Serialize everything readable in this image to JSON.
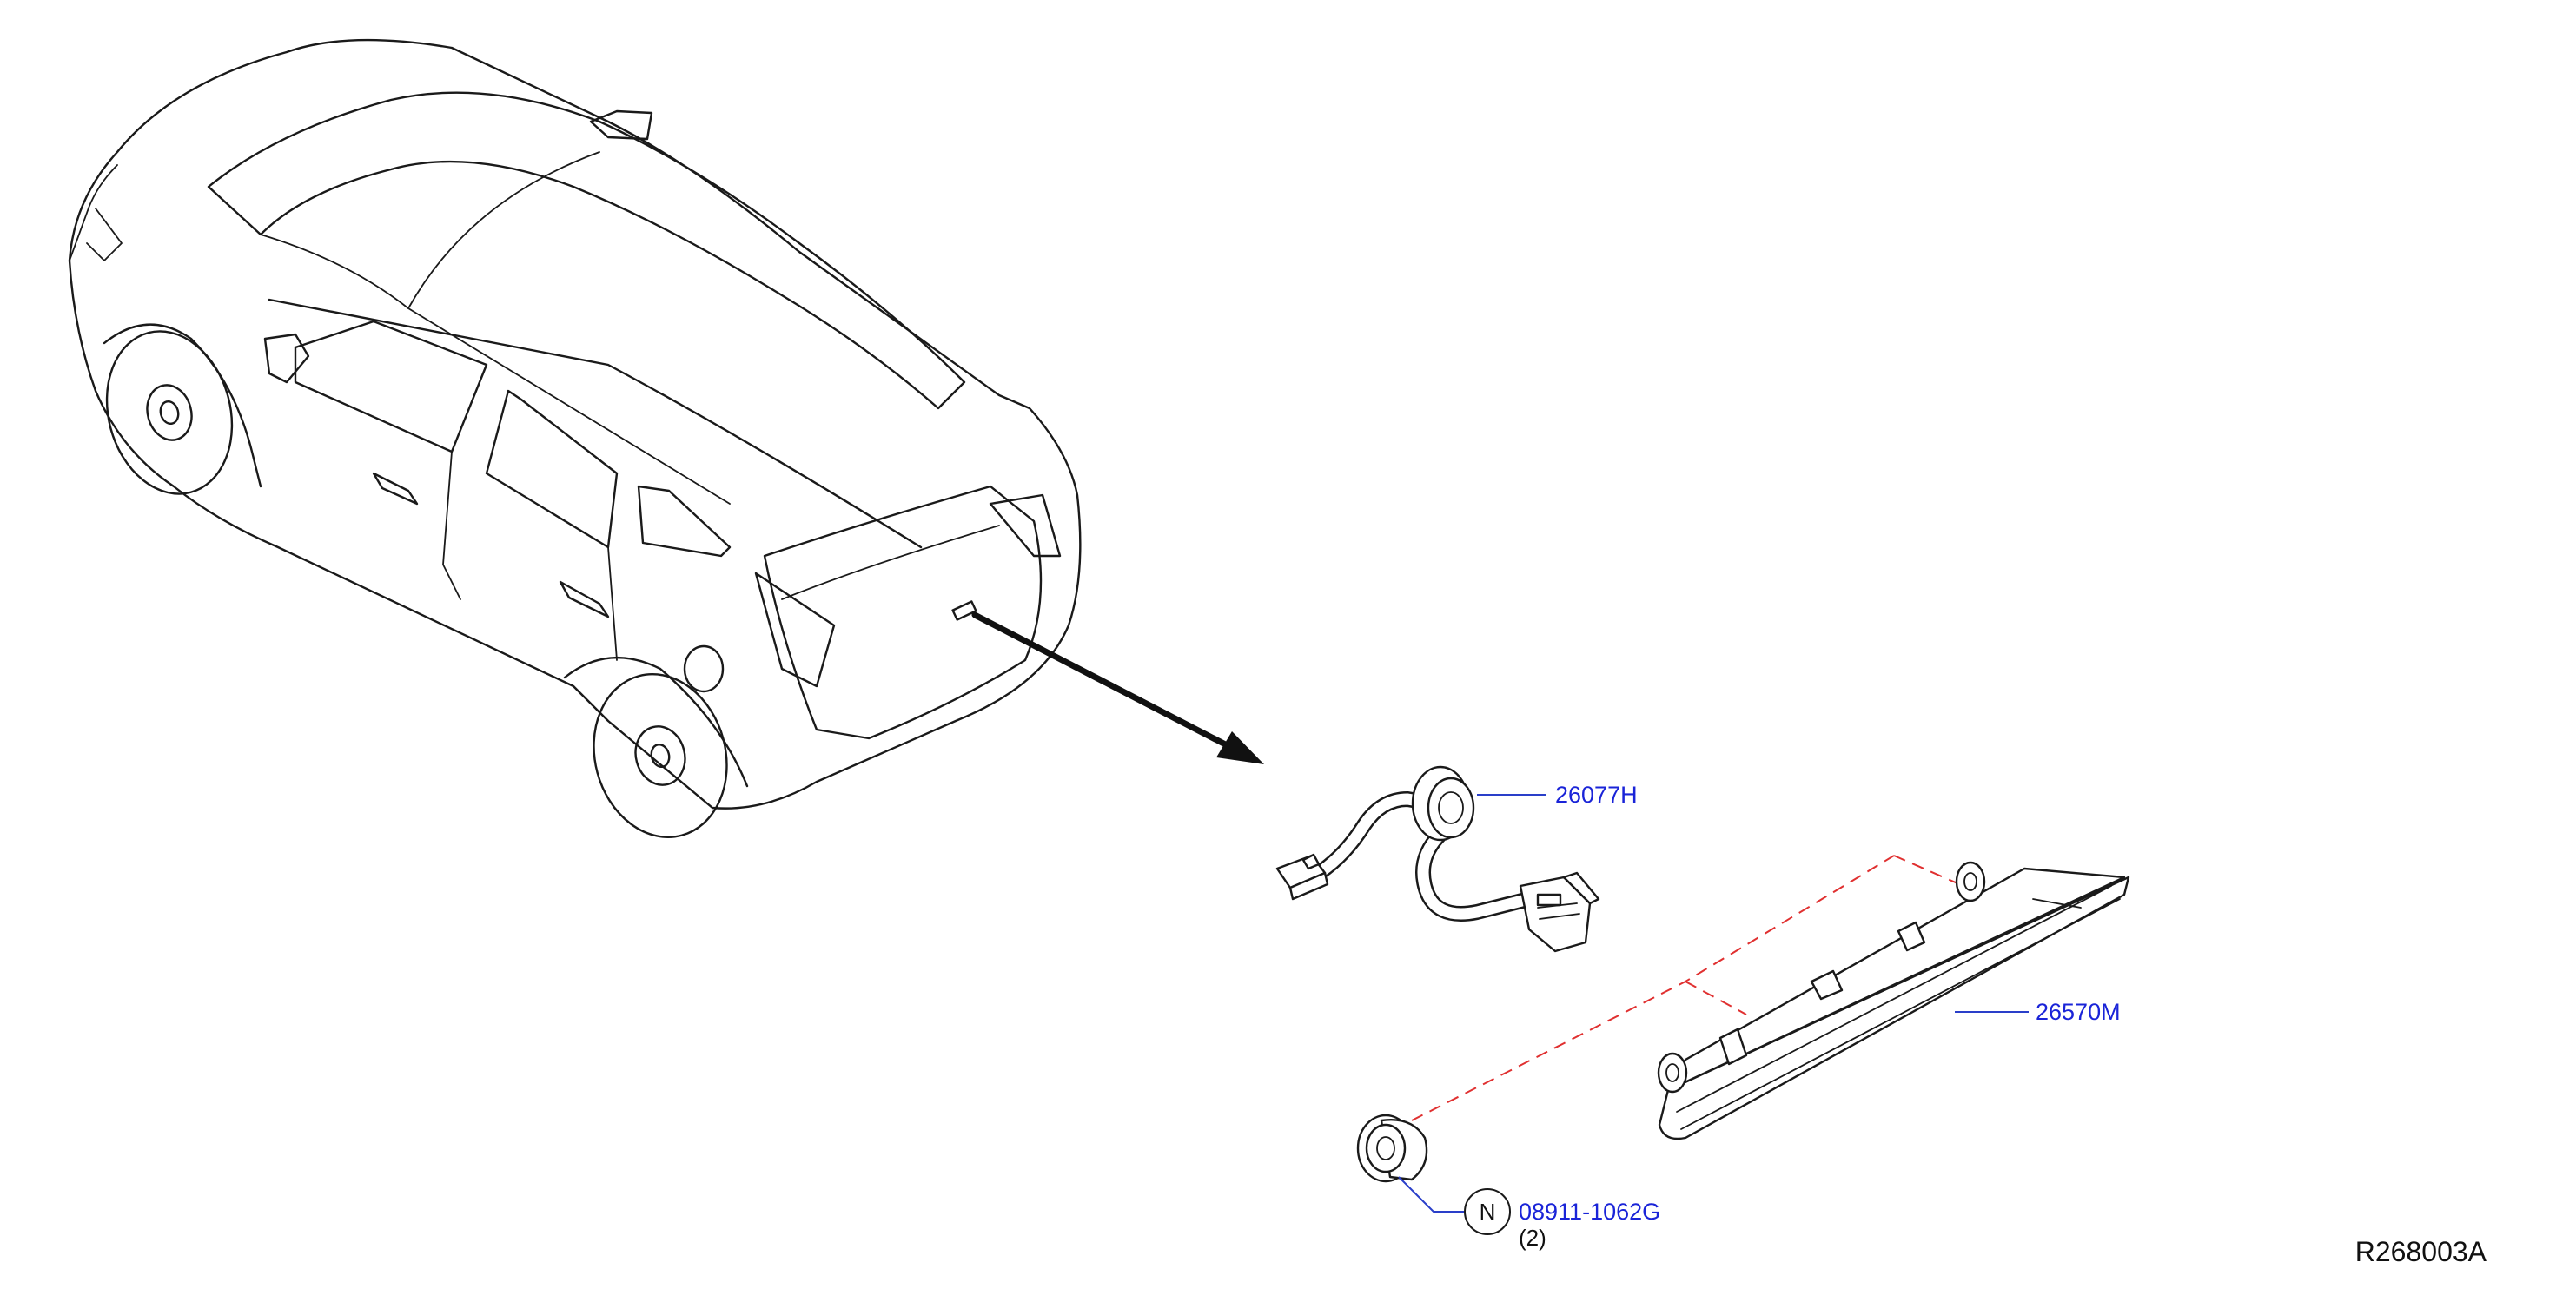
{
  "parts": {
    "harness": {
      "number": "26077H"
    },
    "stop_lamp": {
      "number": "26570M"
    },
    "grommet": {
      "number": "08911-1062G",
      "marker": "N",
      "quantity": "(2)"
    }
  },
  "reference": {
    "code": "R268003A"
  },
  "colors": {
    "line_art": "#1a1a1a",
    "part_number_text": "#1a24d8",
    "leader_line": "#2a3fc9",
    "alignment_dash": "#e03030"
  }
}
